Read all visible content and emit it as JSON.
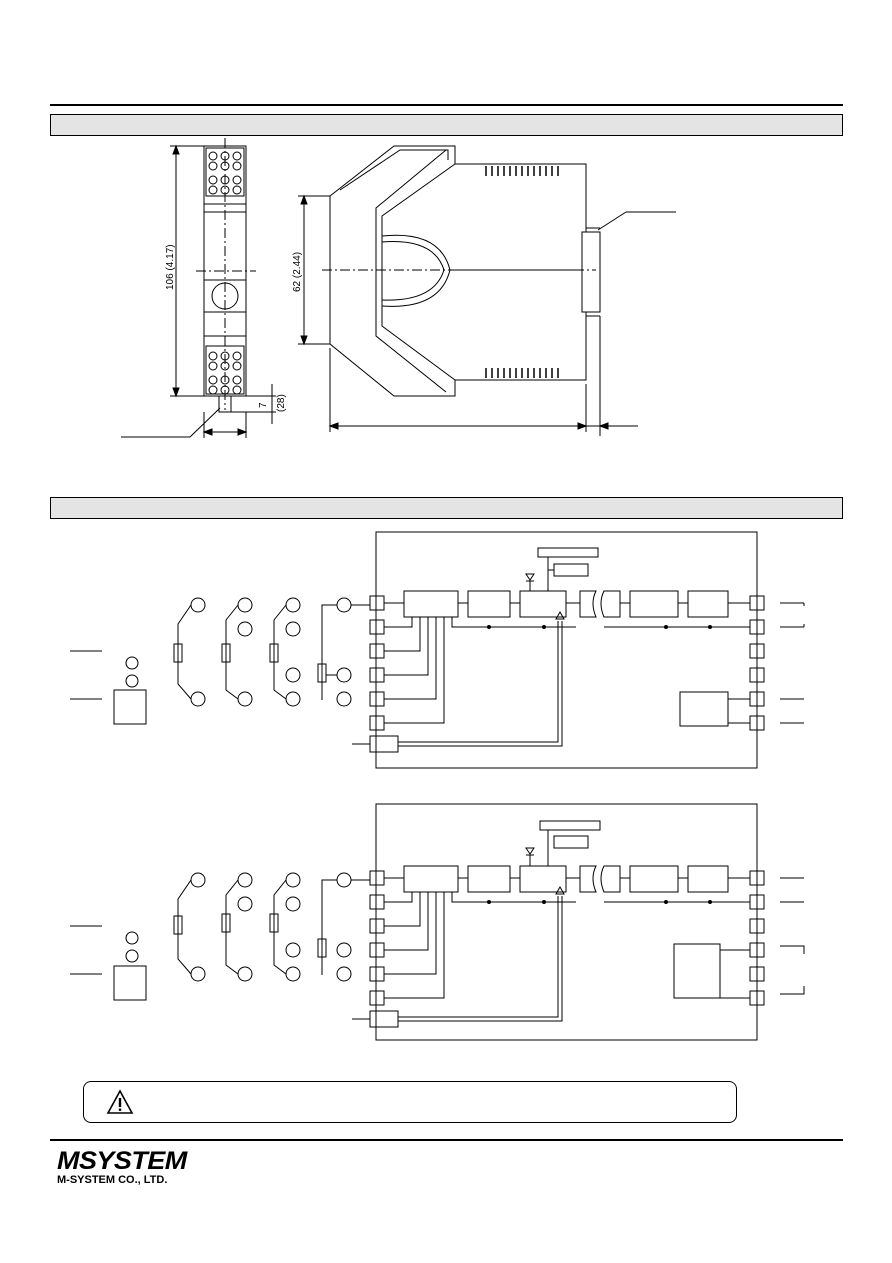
{
  "section1": {
    "title": ""
  },
  "section2": {
    "title": ""
  },
  "dimensions": {
    "height": "106 (4.17)",
    "depth_ref": "62 (2.44)",
    "terminal_small": "7",
    "terminal_paren": "(28)"
  },
  "warning": {
    "icon": "warning-triangle-icon",
    "text": ""
  },
  "footer": {
    "logo_main": "MSYSTEM",
    "logo_sub": "M-SYSTEM CO., LTD."
  },
  "colors": {
    "line": "#000000",
    "bar_fill": "#e4e4e4"
  }
}
